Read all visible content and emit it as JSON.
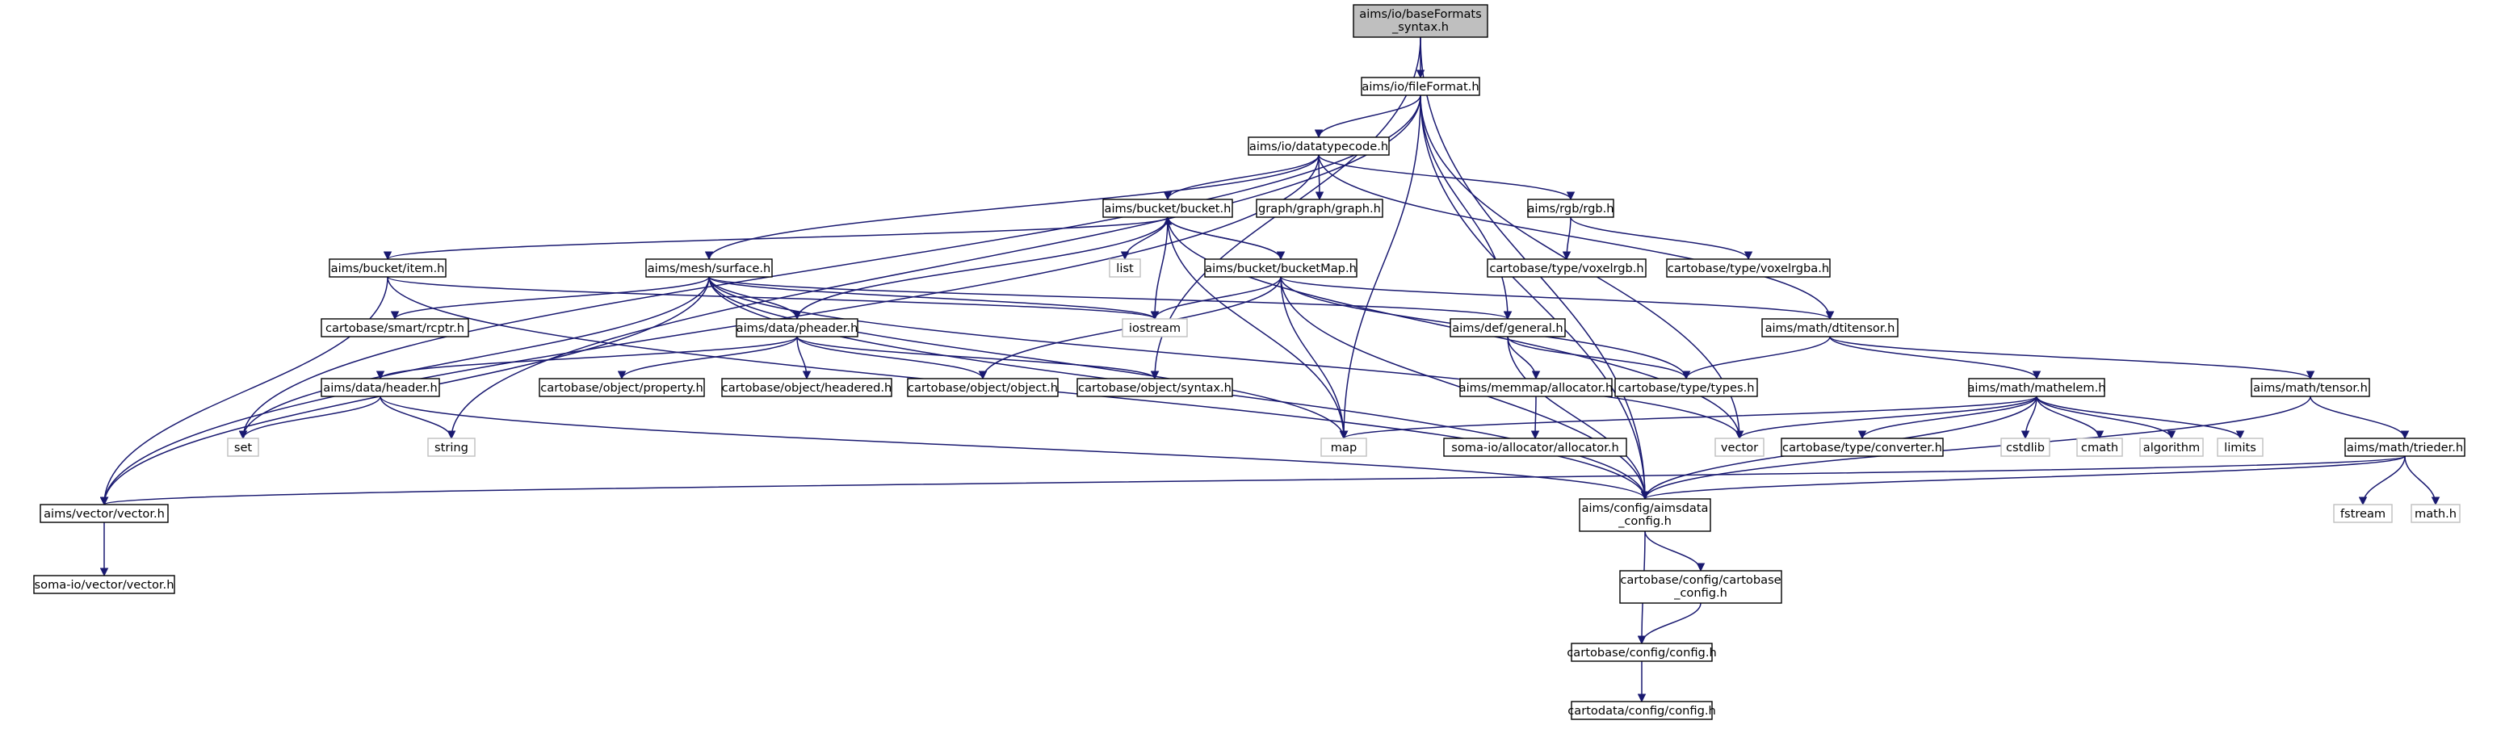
{
  "colors": {
    "edge": "#191970",
    "box_stroke": "#000000",
    "box_fill": "#ffffff",
    "root_fill": "#bfbfbf",
    "system_stroke": "#bfbfbf",
    "system_text": "#555555"
  },
  "nodes": [
    {
      "id": "root",
      "lines": [
        "aims/io/baseFormats",
        "_syntax.h"
      ],
      "kind": "root"
    },
    {
      "id": "fileFormat",
      "lines": [
        "aims/io/fileFormat.h"
      ],
      "kind": "file"
    },
    {
      "id": "datatypecode",
      "lines": [
        "aims/io/datatypecode.h"
      ],
      "kind": "file"
    },
    {
      "id": "bucket",
      "lines": [
        "aims/bucket/bucket.h"
      ],
      "kind": "file"
    },
    {
      "id": "graph",
      "lines": [
        "graph/graph/graph.h"
      ],
      "kind": "file"
    },
    {
      "id": "rgb",
      "lines": [
        "aims/rgb/rgb.h"
      ],
      "kind": "file"
    },
    {
      "id": "item",
      "lines": [
        "aims/bucket/item.h"
      ],
      "kind": "file"
    },
    {
      "id": "surface",
      "lines": [
        "aims/mesh/surface.h"
      ],
      "kind": "file"
    },
    {
      "id": "list",
      "lines": [
        "list"
      ],
      "kind": "system"
    },
    {
      "id": "bucketMap",
      "lines": [
        "aims/bucket/bucketMap.h"
      ],
      "kind": "file"
    },
    {
      "id": "voxelrgb",
      "lines": [
        "cartobase/type/voxelrgb.h"
      ],
      "kind": "file"
    },
    {
      "id": "voxelrgba",
      "lines": [
        "cartobase/type/voxelrgba.h"
      ],
      "kind": "file"
    },
    {
      "id": "rcptr",
      "lines": [
        "cartobase/smart/rcptr.h"
      ],
      "kind": "file"
    },
    {
      "id": "iostream",
      "lines": [
        "iostream"
      ],
      "kind": "system"
    },
    {
      "id": "dtitensor",
      "lines": [
        "aims/math/dtitensor.h"
      ],
      "kind": "file"
    },
    {
      "id": "pheader",
      "lines": [
        "aims/data/pheader.h"
      ],
      "kind": "file"
    },
    {
      "id": "general",
      "lines": [
        "aims/def/general.h"
      ],
      "kind": "file"
    },
    {
      "id": "header",
      "lines": [
        "aims/data/header.h"
      ],
      "kind": "file"
    },
    {
      "id": "property",
      "lines": [
        "cartobase/object/property.h"
      ],
      "kind": "file"
    },
    {
      "id": "headered",
      "lines": [
        "cartobase/object/headered.h"
      ],
      "kind": "file"
    },
    {
      "id": "object",
      "lines": [
        "cartobase/object/object.h"
      ],
      "kind": "file"
    },
    {
      "id": "syntax",
      "lines": [
        "cartobase/object/syntax.h"
      ],
      "kind": "file"
    },
    {
      "id": "allocator",
      "lines": [
        "aims/memmap/allocator.h"
      ],
      "kind": "file"
    },
    {
      "id": "types",
      "lines": [
        "cartobase/type/types.h"
      ],
      "kind": "file"
    },
    {
      "id": "mathelem",
      "lines": [
        "aims/math/mathelem.h"
      ],
      "kind": "file"
    },
    {
      "id": "tensor",
      "lines": [
        "aims/math/tensor.h"
      ],
      "kind": "file"
    },
    {
      "id": "set",
      "lines": [
        "set"
      ],
      "kind": "system"
    },
    {
      "id": "string",
      "lines": [
        "string"
      ],
      "kind": "system"
    },
    {
      "id": "map",
      "lines": [
        "map"
      ],
      "kind": "system"
    },
    {
      "id": "somaalloc",
      "lines": [
        "soma-io/allocator/allocator.h"
      ],
      "kind": "file"
    },
    {
      "id": "vector",
      "lines": [
        "vector"
      ],
      "kind": "system"
    },
    {
      "id": "converter",
      "lines": [
        "cartobase/type/converter.h"
      ],
      "kind": "file"
    },
    {
      "id": "cstdlib",
      "lines": [
        "cstdlib"
      ],
      "kind": "system"
    },
    {
      "id": "cmath",
      "lines": [
        "cmath"
      ],
      "kind": "system"
    },
    {
      "id": "algorithm",
      "lines": [
        "algorithm"
      ],
      "kind": "system"
    },
    {
      "id": "limits",
      "lines": [
        "limits"
      ],
      "kind": "system"
    },
    {
      "id": "trieder",
      "lines": [
        "aims/math/trieder.h"
      ],
      "kind": "file"
    },
    {
      "id": "vectorh",
      "lines": [
        "aims/vector/vector.h"
      ],
      "kind": "file"
    },
    {
      "id": "aimsdata",
      "lines": [
        "aims/config/aimsdata",
        "_config.h"
      ],
      "kind": "file"
    },
    {
      "id": "fstream",
      "lines": [
        "fstream"
      ],
      "kind": "system"
    },
    {
      "id": "mathh",
      "lines": [
        "math.h"
      ],
      "kind": "system"
    },
    {
      "id": "somavector",
      "lines": [
        "soma-io/vector/vector.h"
      ],
      "kind": "file"
    },
    {
      "id": "cartoconf",
      "lines": [
        "cartobase/config/cartobase",
        "_config.h"
      ],
      "kind": "file"
    },
    {
      "id": "config",
      "lines": [
        "cartobase/config/config.h"
      ],
      "kind": "file"
    },
    {
      "id": "cartodata",
      "lines": [
        "cartodata/config/config.h"
      ],
      "kind": "file"
    }
  ],
  "edges": [
    [
      "root",
      "fileFormat"
    ],
    [
      "root",
      "aimsdata"
    ],
    [
      "root",
      "syntax"
    ],
    [
      "fileFormat",
      "datatypecode"
    ],
    [
      "fileFormat",
      "general"
    ],
    [
      "fileFormat",
      "map"
    ],
    [
      "fileFormat",
      "set"
    ],
    [
      "fileFormat",
      "string"
    ],
    [
      "fileFormat",
      "vector"
    ],
    [
      "fileFormat",
      "aimsdata"
    ],
    [
      "datatypecode",
      "bucket"
    ],
    [
      "datatypecode",
      "graph"
    ],
    [
      "datatypecode",
      "rgb"
    ],
    [
      "datatypecode",
      "surface"
    ],
    [
      "datatypecode",
      "dtitensor"
    ],
    [
      "datatypecode",
      "vectorh"
    ],
    [
      "bucket",
      "item"
    ],
    [
      "bucket",
      "list"
    ],
    [
      "bucket",
      "bucketMap"
    ],
    [
      "bucket",
      "iostream"
    ],
    [
      "bucket",
      "pheader"
    ],
    [
      "bucket",
      "map"
    ],
    [
      "bucket",
      "vector"
    ],
    [
      "bucketMap",
      "bucket"
    ],
    [
      "bucketMap",
      "iostream"
    ],
    [
      "bucketMap",
      "map"
    ],
    [
      "bucketMap",
      "object"
    ],
    [
      "bucketMap",
      "types"
    ],
    [
      "bucketMap",
      "aimsdata"
    ],
    [
      "bucketMap",
      "dtitensor"
    ],
    [
      "rgb",
      "voxelrgb"
    ],
    [
      "rgb",
      "voxelrgba"
    ],
    [
      "item",
      "iostream"
    ],
    [
      "item",
      "vectorh"
    ],
    [
      "item",
      "aimsdata"
    ],
    [
      "surface",
      "rcptr"
    ],
    [
      "surface",
      "iostream"
    ],
    [
      "surface",
      "pheader"
    ],
    [
      "surface",
      "general"
    ],
    [
      "surface",
      "vectorh"
    ],
    [
      "surface",
      "set"
    ],
    [
      "surface",
      "map"
    ],
    [
      "surface",
      "vector"
    ],
    [
      "surface",
      "aimsdata"
    ],
    [
      "pheader",
      "header"
    ],
    [
      "pheader",
      "property"
    ],
    [
      "pheader",
      "headered"
    ],
    [
      "pheader",
      "object"
    ],
    [
      "pheader",
      "syntax"
    ],
    [
      "header",
      "set"
    ],
    [
      "header",
      "string"
    ],
    [
      "header",
      "aimsdata"
    ],
    [
      "general",
      "allocator"
    ],
    [
      "general",
      "types"
    ],
    [
      "general",
      "aimsdata"
    ],
    [
      "allocator",
      "somaalloc"
    ],
    [
      "dtitensor",
      "types"
    ],
    [
      "dtitensor",
      "mathelem"
    ],
    [
      "dtitensor",
      "tensor"
    ],
    [
      "mathelem",
      "map"
    ],
    [
      "mathelem",
      "vector"
    ],
    [
      "mathelem",
      "converter"
    ],
    [
      "mathelem",
      "cstdlib"
    ],
    [
      "mathelem",
      "cmath"
    ],
    [
      "mathelem",
      "algorithm"
    ],
    [
      "mathelem",
      "limits"
    ],
    [
      "mathelem",
      "aimsdata"
    ],
    [
      "tensor",
      "trieder"
    ],
    [
      "tensor",
      "aimsdata"
    ],
    [
      "trieder",
      "vectorh"
    ],
    [
      "trieder",
      "aimsdata"
    ],
    [
      "trieder",
      "fstream"
    ],
    [
      "trieder",
      "mathh"
    ],
    [
      "vectorh",
      "somavector"
    ],
    [
      "aimsdata",
      "cartoconf"
    ],
    [
      "aimsdata",
      "config"
    ],
    [
      "cartoconf",
      "config"
    ],
    [
      "config",
      "cartodata"
    ]
  ]
}
